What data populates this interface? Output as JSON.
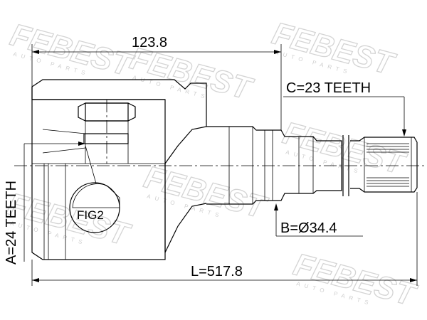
{
  "watermark": {
    "brand": "FEBEST",
    "sub": "AUTO PARTS"
  },
  "dimensions": {
    "top_length": "123.8",
    "spline_outer": "C=23 TEETH",
    "spline_inner": "A=24 TEETH",
    "diameter": "B=Ø34.4",
    "total_length": "L=517.8"
  },
  "figure_ref": "FIG2"
}
